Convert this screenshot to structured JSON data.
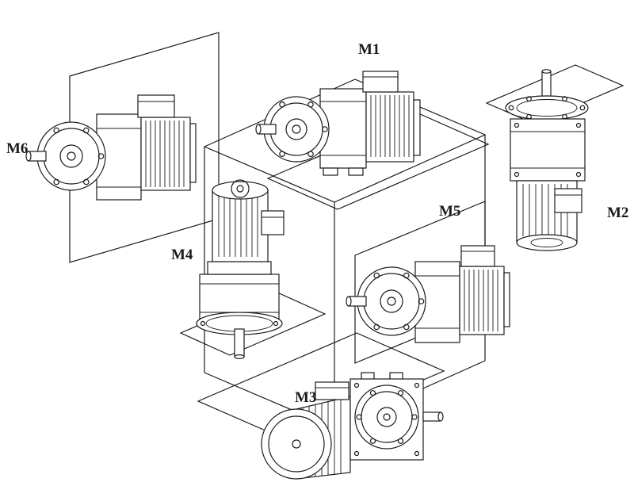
{
  "figure": {
    "type": "technical-line-drawing",
    "subject": "gearmotor-mounting-positions",
    "labels": {
      "m1": "M1",
      "m2": "M2",
      "m3": "M3",
      "m4": "M4",
      "m5": "M5",
      "m6": "M6"
    },
    "colors": {
      "line": "#1a1a1a",
      "background": "#ffffff"
    }
  }
}
